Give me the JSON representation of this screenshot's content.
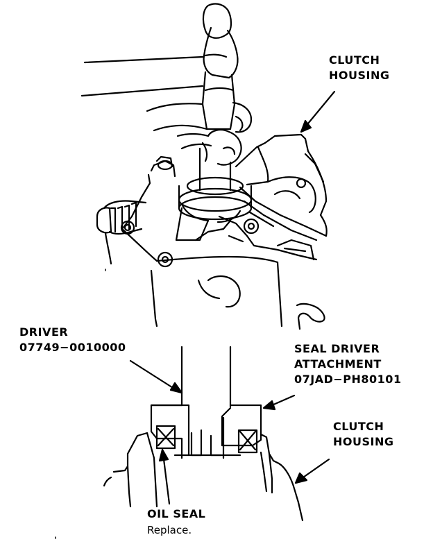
{
  "labels": {
    "clutch_housing_top": [
      "CLUTCH",
      "HOUSING"
    ],
    "driver": [
      "DRIVER",
      "07749−0010000"
    ],
    "seal_driver_attachment": [
      "SEAL DRIVER",
      "ATTACHMENT",
      "07JAD−PH80101"
    ],
    "clutch_housing_bottom": [
      "CLUTCH",
      "HOUSING"
    ],
    "oil_seal": "OIL SEAL",
    "oil_seal_note": "Replace."
  }
}
